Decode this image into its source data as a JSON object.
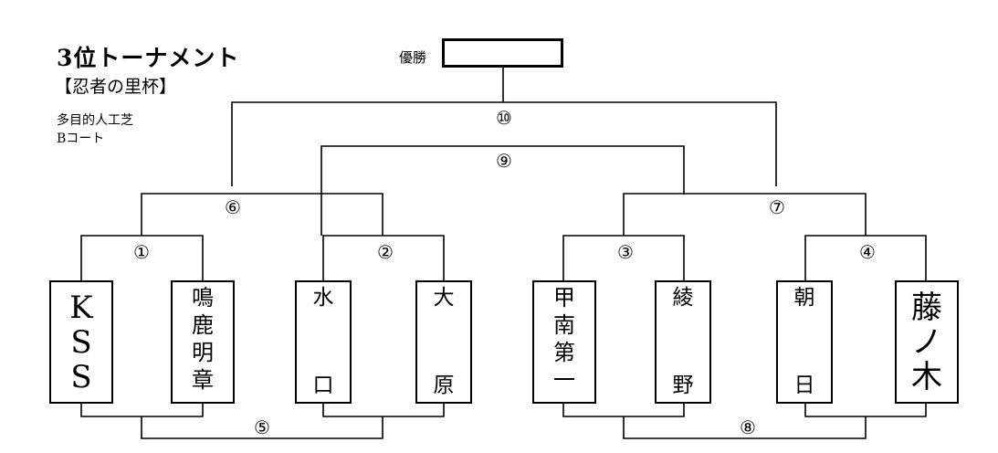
{
  "header": {
    "title": "3位トーナメント",
    "cup": "【忍者の里杯】",
    "venue_line1": "多目的人工芝",
    "venue_line2": "Bコート"
  },
  "champion": {
    "label": "優勝"
  },
  "teams": [
    {
      "chars": [
        "K",
        "S",
        "S"
      ]
    },
    {
      "chars": [
        "鳴",
        "鹿",
        "明",
        "章"
      ]
    },
    {
      "chars": [
        "水",
        "口"
      ]
    },
    {
      "chars": [
        "大",
        "原"
      ]
    },
    {
      "chars": [
        "甲",
        "南",
        "第",
        "一"
      ]
    },
    {
      "chars": [
        "綾",
        "野"
      ]
    },
    {
      "chars": [
        "朝",
        "日"
      ]
    },
    {
      "chars": [
        "藤",
        "ノ",
        "木"
      ]
    }
  ],
  "matches": [
    "①",
    "②",
    "③",
    "④",
    "⑤",
    "⑥",
    "⑦",
    "⑧",
    "⑨",
    "⑩"
  ]
}
